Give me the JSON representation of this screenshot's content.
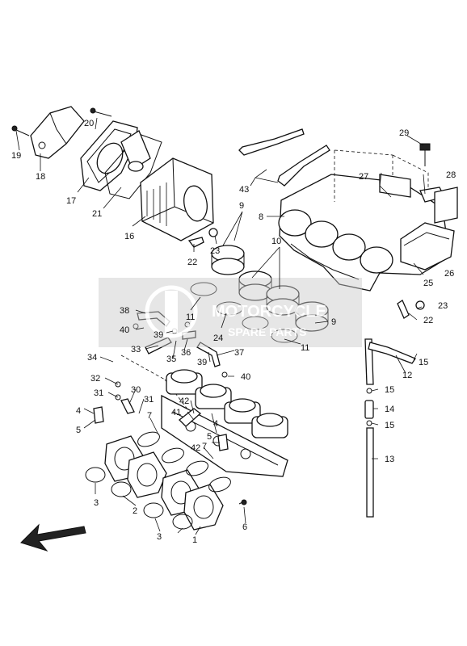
{
  "watermark": {
    "line1": "MOTORCYCLE",
    "line2": "SPARE PARTS",
    "band_color": "#c9c9c9",
    "logo_color": "#d8d8d8"
  },
  "callouts": [
    "1",
    "2",
    "3",
    "3",
    "4",
    "4",
    "5",
    "5",
    "6",
    "7",
    "7",
    "8",
    "9",
    "9",
    "10",
    "11",
    "11",
    "12",
    "13",
    "14",
    "15",
    "15",
    "15",
    "16",
    "17",
    "18",
    "19",
    "20",
    "21",
    "22",
    "22",
    "23",
    "23",
    "24",
    "25",
    "26",
    "27",
    "28",
    "29",
    "30",
    "31",
    "31",
    "32",
    "33",
    "34",
    "35",
    "36",
    "37",
    "38",
    "39",
    "39",
    "40",
    "40",
    "41",
    "42",
    "42",
    "43"
  ]
}
